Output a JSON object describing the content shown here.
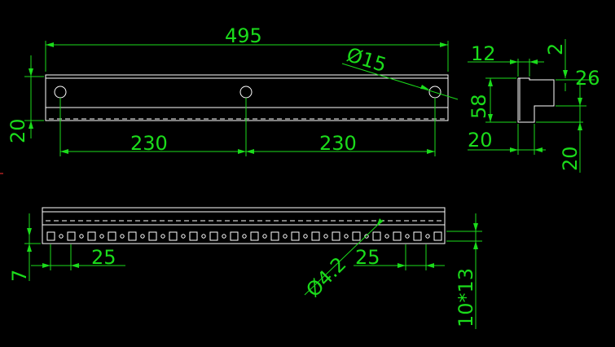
{
  "colors": {
    "background": "#000000",
    "dimension": "#1bdc1b",
    "part": "#ffffff"
  },
  "top_view": {
    "overall_length": "495",
    "hole_diameter": "Ø15",
    "height": "20",
    "hole_spacing_left": "230",
    "hole_spacing_right": "230"
  },
  "side_section": {
    "top_width": "12",
    "top_offset": "2",
    "inner_height": "58",
    "step_height": "26",
    "bottom_width": "20",
    "bottom_height": "20"
  },
  "bottom_view": {
    "edge_offset": "7",
    "pitch_left": "25",
    "small_hole_diameter": "Ø4.2",
    "pitch_right": "25",
    "slot_size": "10*13"
  }
}
